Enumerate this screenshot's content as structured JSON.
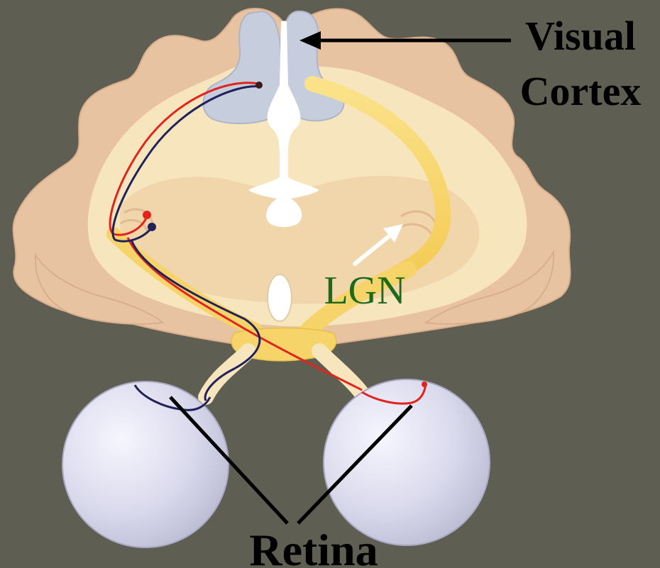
{
  "labels": {
    "visual_cortex_line1": "Visual",
    "visual_cortex_line2": "Cortex",
    "lgn": "LGN",
    "retina": "Retina"
  },
  "colors": {
    "background": "#5e5e52",
    "brain_outer": "#e8c3a2",
    "brain_inner": "#f6e5bd",
    "cortex_region": "#c6cddd",
    "ventricle": "#ffffff",
    "thalamus": "#f1d6ab",
    "optic_pathway": "#f7d66b",
    "eye": "#dcdced",
    "label_black": "#000000",
    "label_green": "#1b6b1b",
    "pathway_red": "#e0241e",
    "pathway_blue": "#22225a"
  },
  "icons": {
    "arrow_to_cortex": "left-arrow-icon",
    "arrow_to_lgn": "up-right-arrow-icon"
  }
}
